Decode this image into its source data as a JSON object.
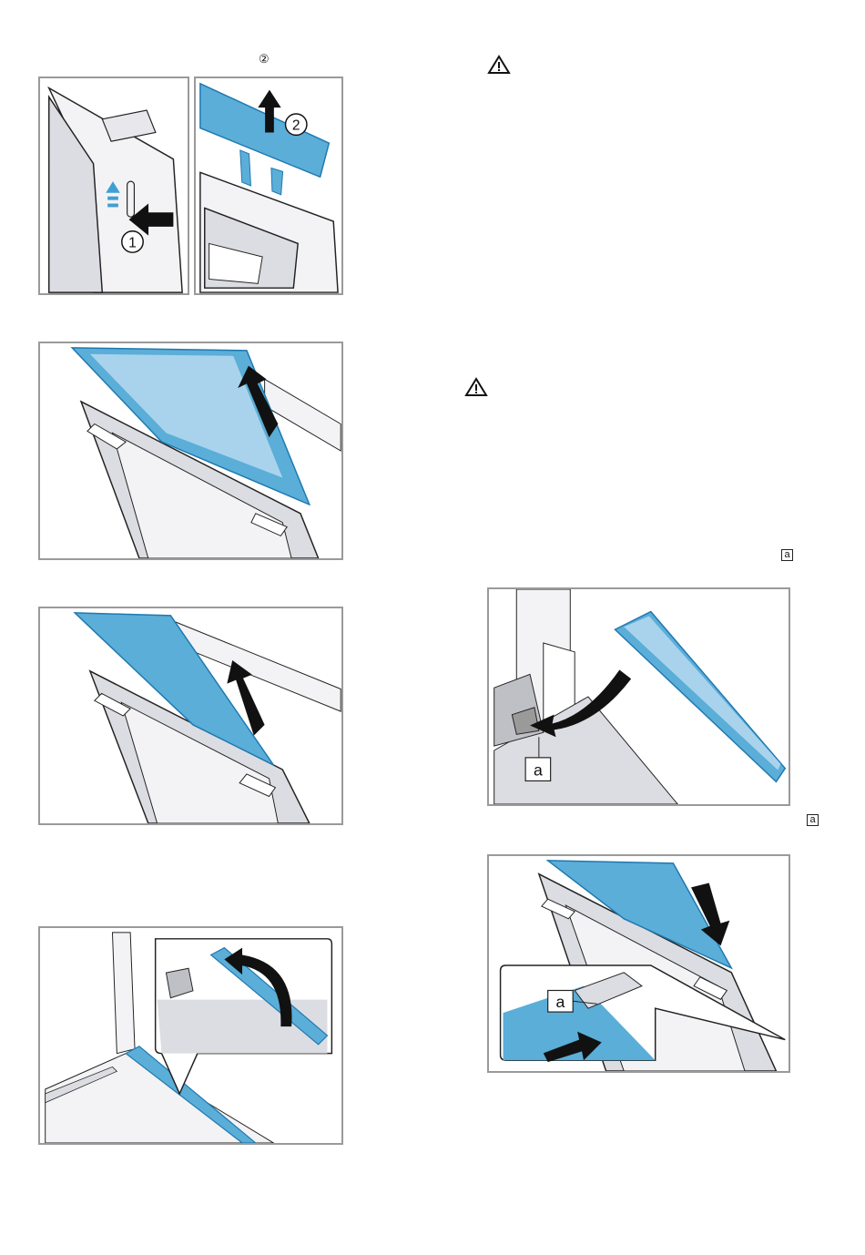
{
  "markers": {
    "step2_circled": "②",
    "label_a_top": "a",
    "label_a_bottom": "a"
  },
  "figures": {
    "step1_number": "1",
    "step2_number": "2",
    "callout_a_1": "a",
    "callout_a_2": "a"
  },
  "icons": {
    "warning_1": "warning-triangle-icon",
    "warning_2": "warning-triangle-icon"
  },
  "colors": {
    "accent_blue": "#5aaed8",
    "accent_blue_dark": "#1f78b0",
    "frame_gray": "#9a9a9a",
    "panel_fill": "#dcdde2"
  }
}
